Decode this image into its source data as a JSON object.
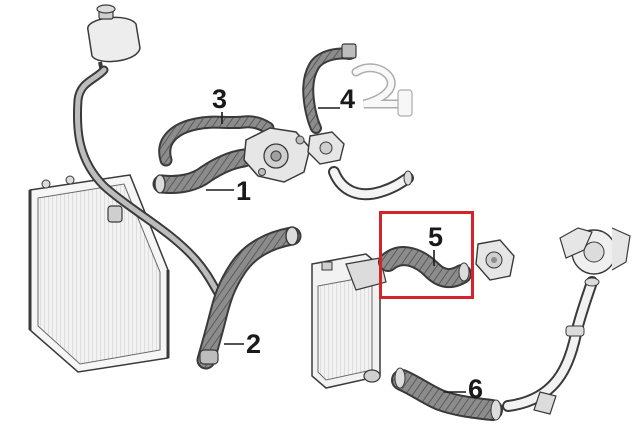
{
  "diagram": {
    "callouts": {
      "c1": "1",
      "c2": "2",
      "c3": "3",
      "c4": "4",
      "c5": "5",
      "c6": "6"
    },
    "highlighted_part": "5",
    "colors": {
      "hose_fill": "#8c8c8c",
      "hose_dark": "#4a4a4a",
      "part_light": "#e6e6e6",
      "outline": "#3a3a3a",
      "highlight": "#d4232b"
    }
  }
}
